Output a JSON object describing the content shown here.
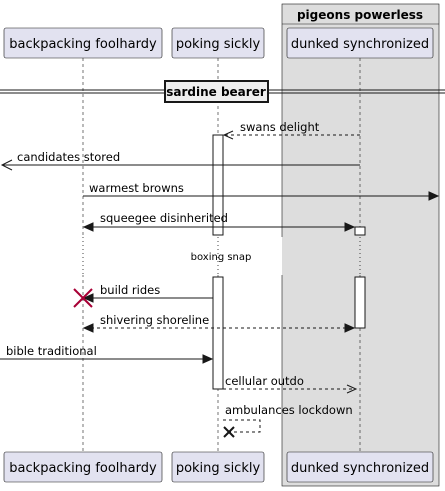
{
  "participants": {
    "p1": "backpacking foolhardy",
    "p2": "poking sickly",
    "p3": "dunked synchronized"
  },
  "box_title": "pigeons powerless",
  "divider": "sardine bearer",
  "delay": "boxing snap",
  "messages": [
    "swans delight",
    "candidates stored",
    "warmest browns",
    "squeegee disinherited",
    "build rides",
    "shivering shoreline",
    "bible traditional",
    "cellular outdo",
    "ambulances lockdown"
  ],
  "colors": {
    "participant_fill": "#e2e2f0",
    "box_fill": "#dddddd",
    "destroy_red": "#a80036",
    "line": "#181818"
  }
}
